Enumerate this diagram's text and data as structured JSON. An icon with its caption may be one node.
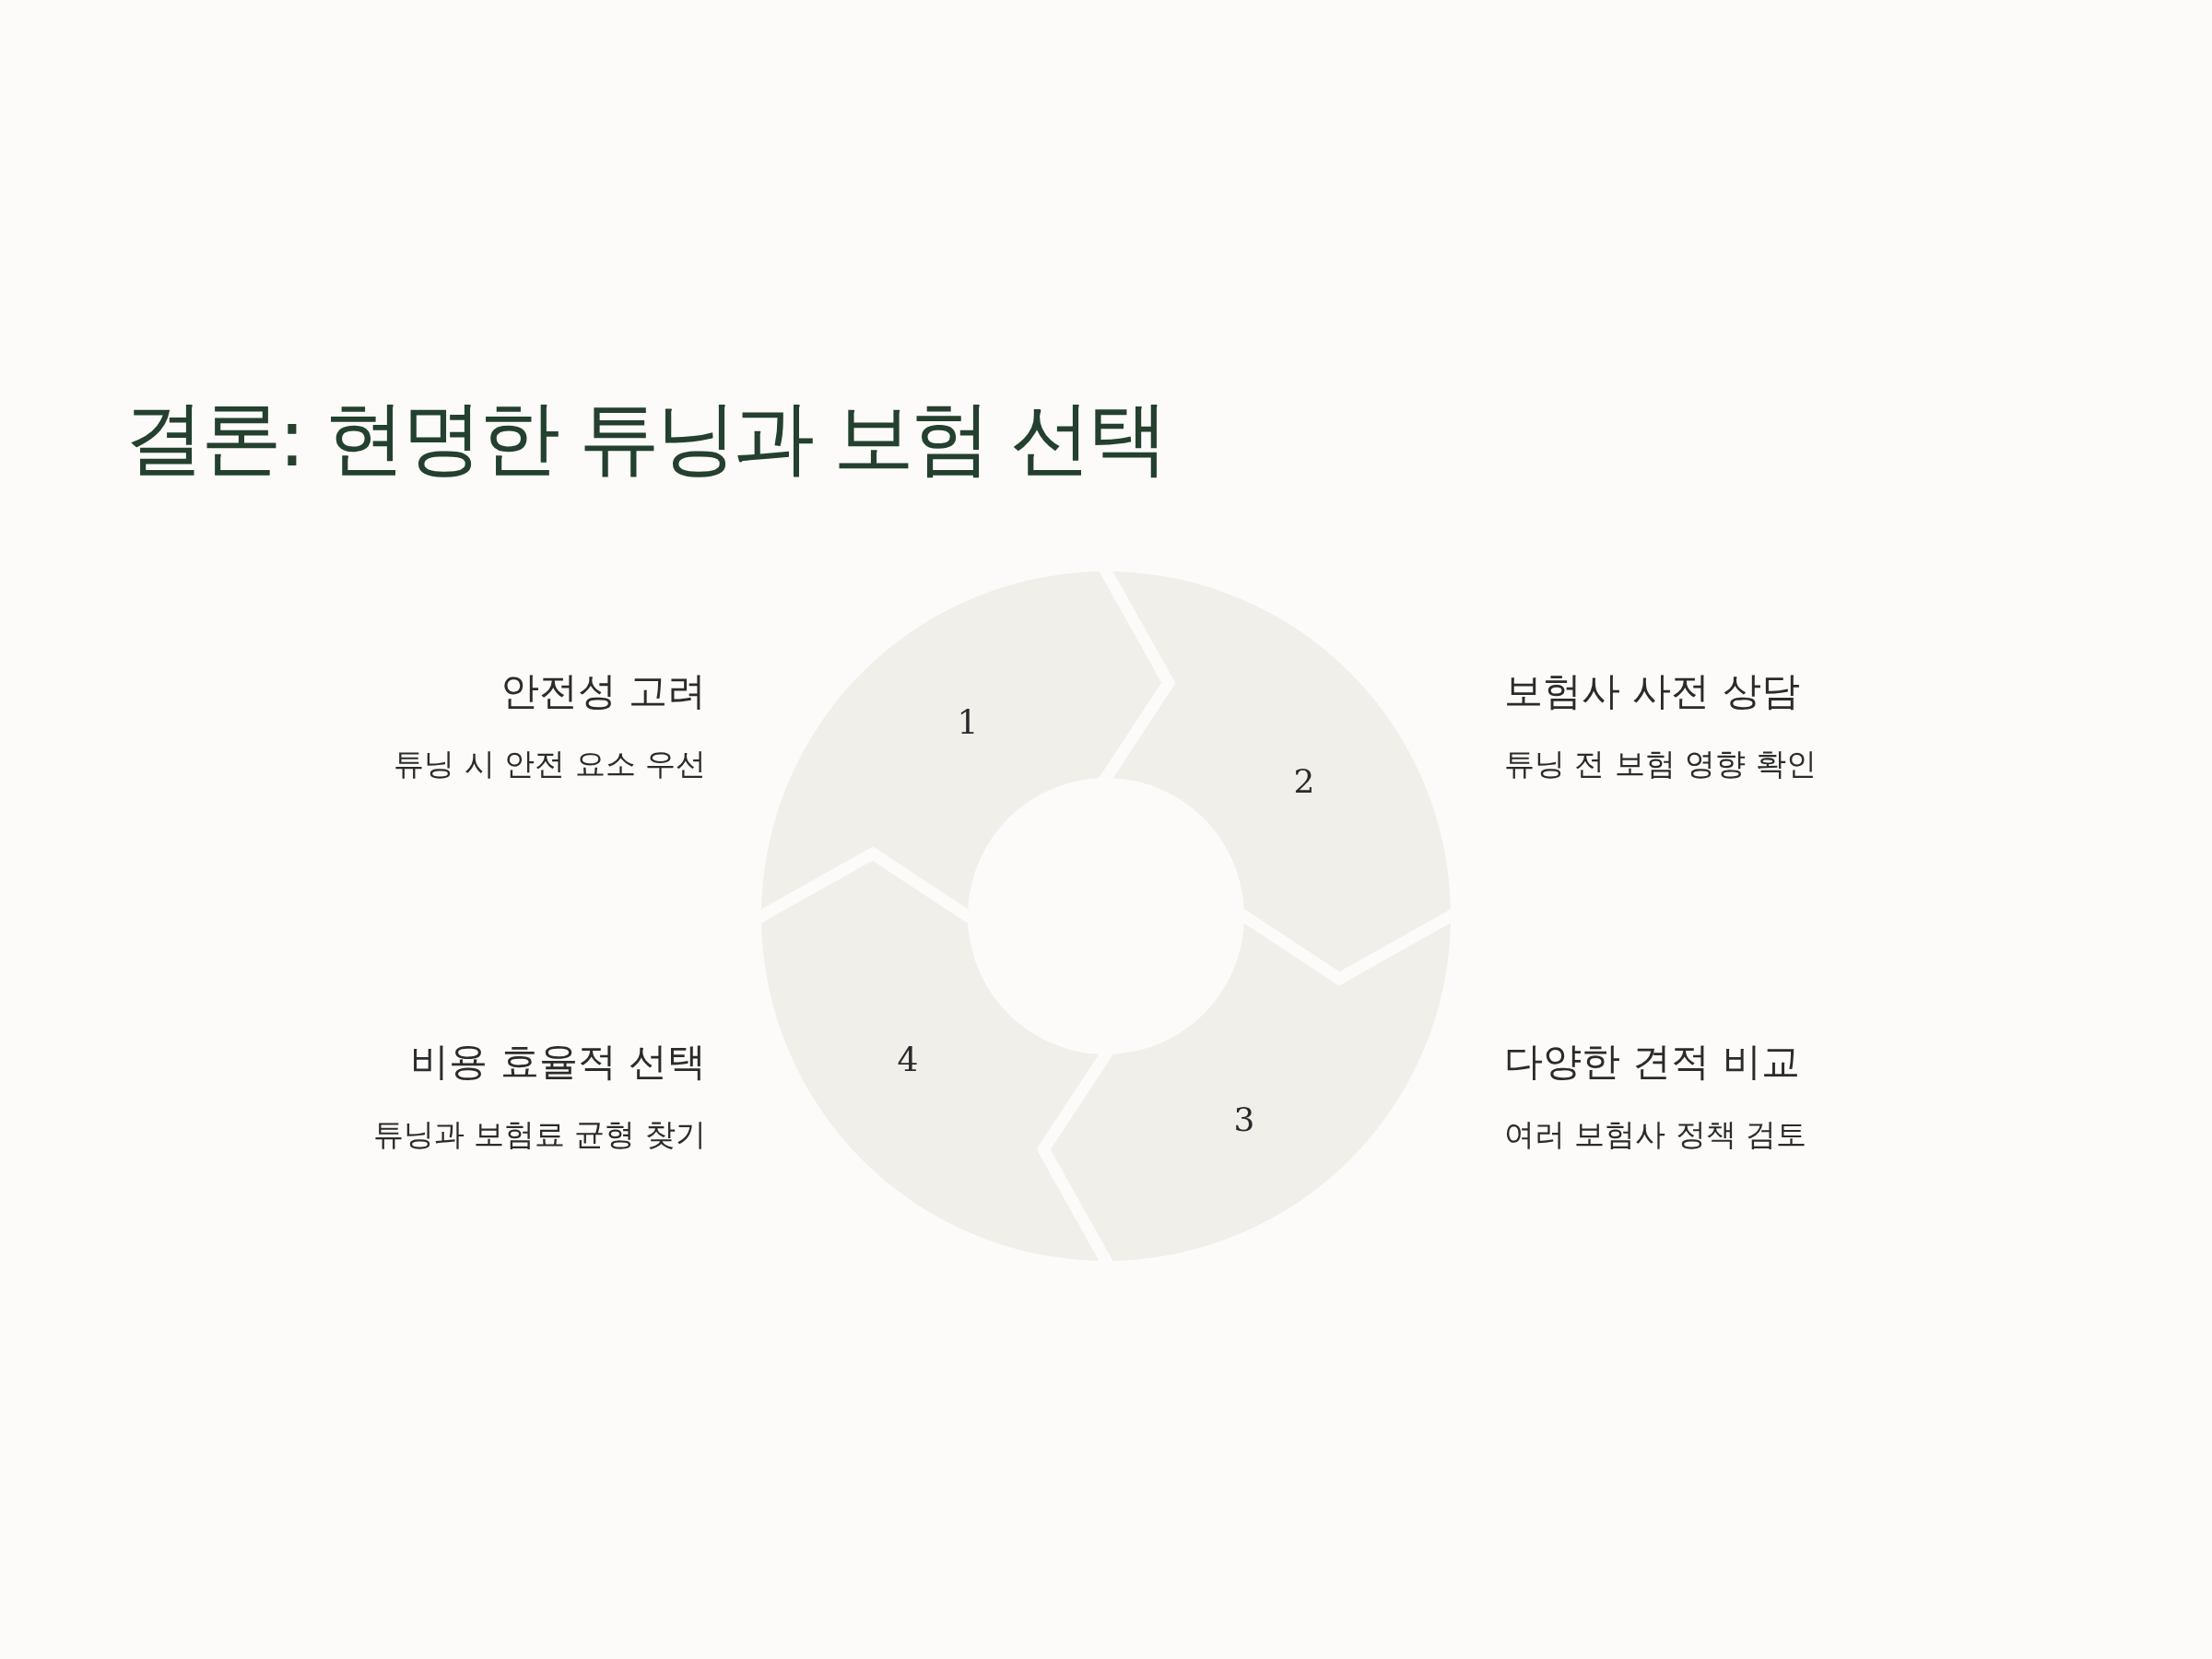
{
  "diagram": {
    "title": "결론: 현명한 튜닝과 보험 선택",
    "nodes": [
      {
        "text": [
          "1"
        ],
        "beside": [
          "안전성 고려",
          "튜닝 시 안전 요소 우선"
        ]
      },
      {
        "text": [
          "2"
        ],
        "beside": [
          "보험사 사전 상담",
          "튜닝 전 보험 영향 확인"
        ]
      },
      {
        "text": [
          "3"
        ],
        "beside": [
          "다양한 견적 비교",
          "여러 보험사 정책 검토"
        ]
      },
      {
        "text": [
          "4"
        ],
        "beside": [
          "비용 효율적 선택",
          "튜닝과 보험료 균형 찾기"
        ]
      }
    ]
  }
}
